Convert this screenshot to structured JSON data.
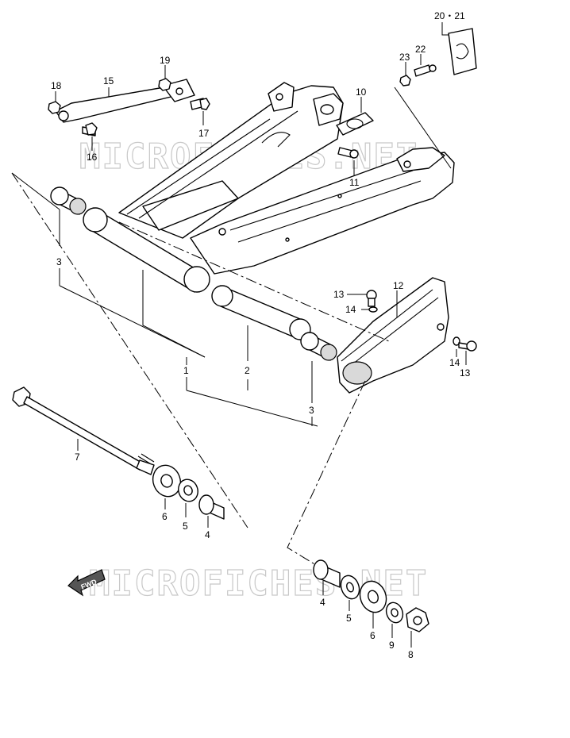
{
  "watermark": "MICROFICHES.NET",
  "fwd_label": "FWD",
  "callouts": {
    "c20_21": "20・21",
    "c22": "22",
    "c23": "23",
    "c19": "19",
    "c18": "18",
    "c15": "15",
    "c10": "10",
    "c16": "16",
    "c17": "17",
    "c11": "11",
    "c3_top": "3",
    "c12": "12",
    "c13_a": "13",
    "c14_a": "14",
    "c14_b": "14",
    "c13_b": "13",
    "c1": "1",
    "c2": "2",
    "c3_bottom": "3",
    "c7": "7",
    "c6_left": "6",
    "c5_left": "5",
    "c4_left": "4",
    "c4_right": "4",
    "c5_right": "5",
    "c6_right": "6",
    "c9": "9",
    "c8": "8"
  }
}
